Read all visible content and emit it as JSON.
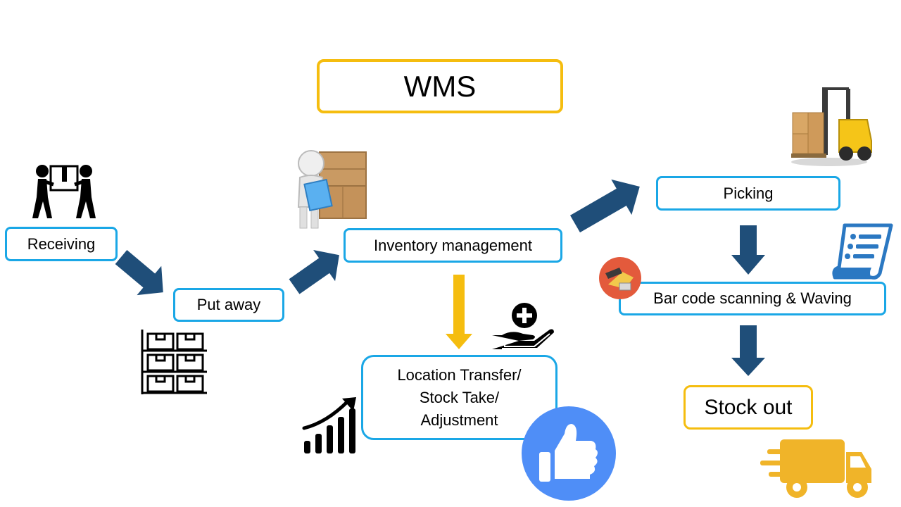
{
  "diagram": {
    "title": "WMS",
    "nodes": {
      "receiving": "Receiving",
      "put_away": "Put away",
      "inventory": "Inventory management",
      "location_lines": [
        "Location Transfer/",
        "Stock Take/",
        "Adjustment"
      ],
      "picking": "Picking",
      "barcode": "Bar code scanning & Waving",
      "stock_out": "Stock out"
    },
    "connections": [
      {
        "from": "Receiving",
        "to": "Put away"
      },
      {
        "from": "Put away",
        "to": "Inventory management"
      },
      {
        "from": "Inventory management",
        "to": "Location Transfer/ Stock Take/ Adjustment"
      },
      {
        "from": "Inventory management",
        "to": "Picking"
      },
      {
        "from": "Picking",
        "to": "Bar code scanning & Waving"
      },
      {
        "from": "Bar code scanning & Waving",
        "to": "Stock out"
      }
    ],
    "icons": [
      "carrying-box-icon",
      "warehouse-shelves-icon",
      "inventory-person-icon",
      "forklift-icon",
      "growth-chart-icon",
      "hand-plus-icon",
      "thumbs-up-icon",
      "barcode-scanner-icon",
      "checklist-icon",
      "delivery-truck-icon"
    ],
    "colors": {
      "process_border": "#1aa7e6",
      "key_border": "#f5bd0f",
      "flow_arrow": "#1f4e79",
      "transfer_arrow": "#f5bd0f",
      "thumbs_up": "#4f8ef7",
      "truck": "#f0b429"
    }
  }
}
